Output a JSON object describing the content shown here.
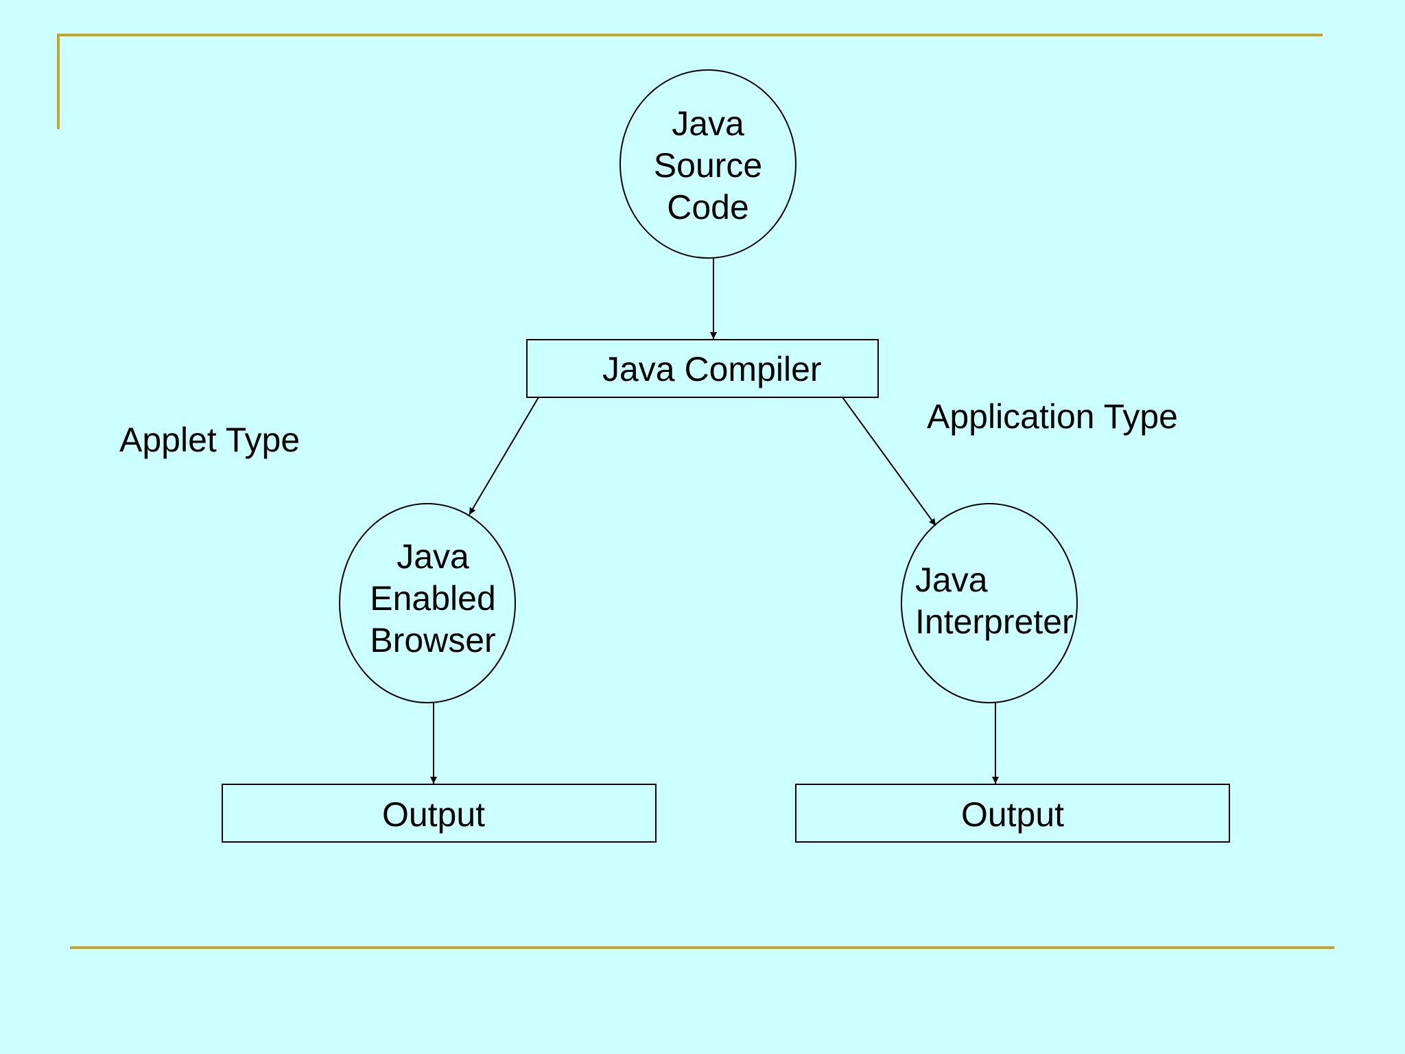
{
  "colors": {
    "background": "#ccffff",
    "accent_rule": "#c9a227",
    "stroke": "#000000",
    "text": "#000000"
  },
  "nodes": {
    "source": {
      "line1": "Java",
      "line2": "Source",
      "line3": "Code"
    },
    "compiler": {
      "label": "Java Compiler"
    },
    "browser": {
      "line1": "Java",
      "line2": "Enabled",
      "line3": "Browser"
    },
    "interpreter": {
      "line1": "Java",
      "line2": "Interpreter"
    },
    "output_left": {
      "label": "Output"
    },
    "output_right": {
      "label": "Output"
    }
  },
  "branch_labels": {
    "applet": "Applet Type",
    "application": "Application Type"
  },
  "edges": [
    {
      "from": "source",
      "to": "compiler"
    },
    {
      "from": "compiler",
      "to": "browser"
    },
    {
      "from": "compiler",
      "to": "interpreter"
    },
    {
      "from": "browser",
      "to": "output_left"
    },
    {
      "from": "interpreter",
      "to": "output_right"
    }
  ]
}
